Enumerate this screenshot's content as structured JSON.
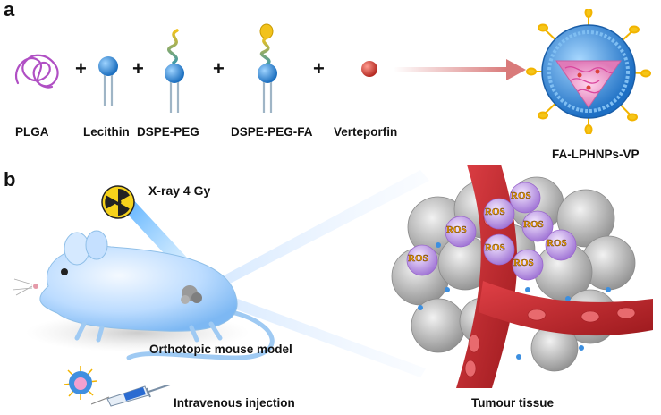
{
  "panel_a": {
    "letter": "a",
    "components": [
      {
        "name": "PLGA"
      },
      {
        "name": "Lecithin"
      },
      {
        "name": "DSPE-PEG"
      },
      {
        "name": "DSPE-PEG-FA"
      },
      {
        "name": "Verteporfin"
      }
    ],
    "plus": "+",
    "product": "FA-LPHNPs-VP"
  },
  "panel_b": {
    "letter": "b",
    "xray_label": "X-ray 4 Gy",
    "mouse_label": "Orthotopic mouse model",
    "injection_label": "Intravenous injection",
    "tissue_label": "Tumour tissue",
    "ros_label": "ROS"
  },
  "colors": {
    "plga": "#b04fc4",
    "lipid_head": "#2a86d6",
    "peg_yellow": "#f2c21b",
    "peg_teal": "#3f9aa8",
    "drug_red": "#d9423a",
    "arrow": "#e69a9a",
    "vessel": "#c8282c",
    "ros_bubble": "#b98be0",
    "ros_text": "#f4a400"
  }
}
